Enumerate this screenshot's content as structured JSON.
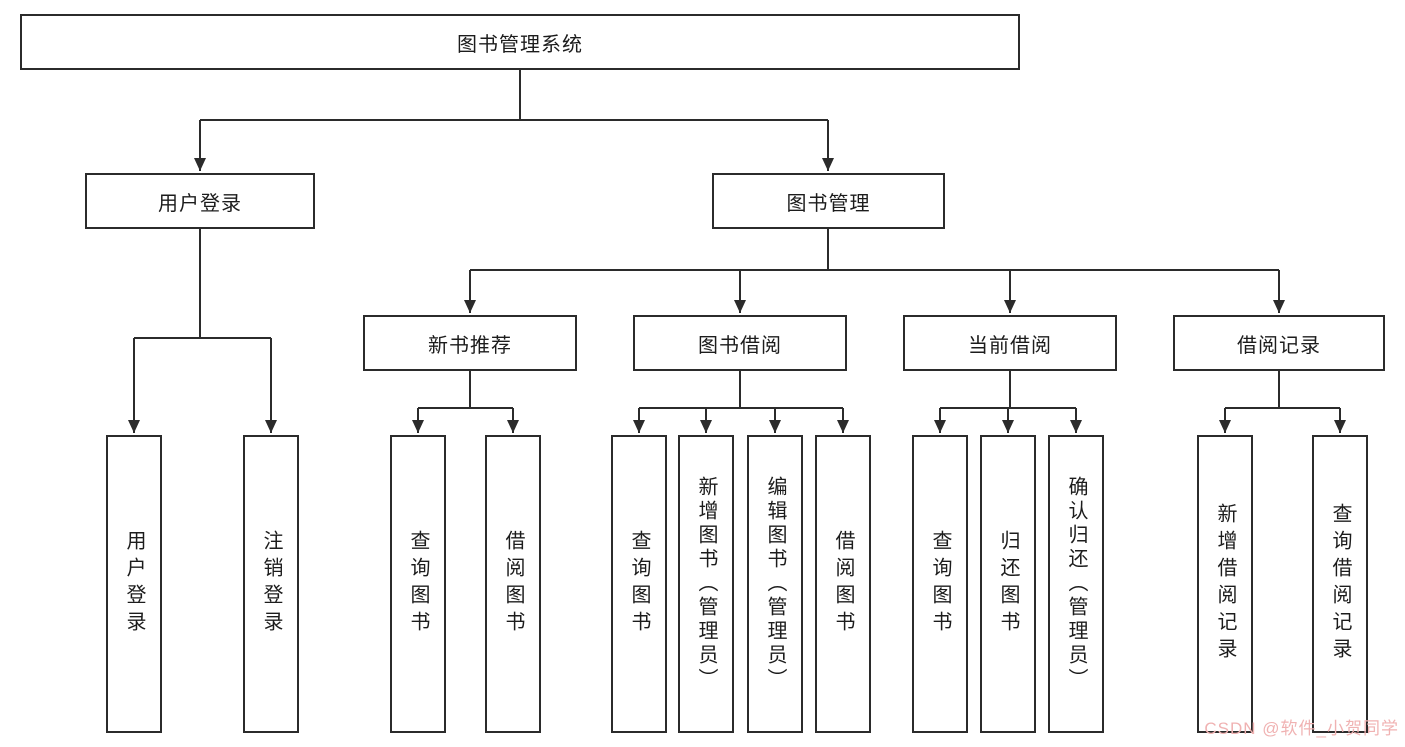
{
  "root": {
    "label": "图书管理系统"
  },
  "user_login": {
    "label": "用户登录",
    "children": [
      {
        "label": "用户登录"
      },
      {
        "label": "注销登录"
      }
    ]
  },
  "book_mgmt": {
    "label": "图书管理",
    "groups": [
      {
        "label": "新书推荐",
        "children": [
          {
            "label": "查询图书"
          },
          {
            "label": "借阅图书"
          }
        ]
      },
      {
        "label": "图书借阅",
        "children": [
          {
            "label": "查询图书"
          },
          {
            "label": "新增图书（管理员）"
          },
          {
            "label": "编辑图书（管理员）"
          },
          {
            "label": "借阅图书"
          }
        ]
      },
      {
        "label": "当前借阅",
        "children": [
          {
            "label": "查询图书"
          },
          {
            "label": "归还图书"
          },
          {
            "label": "确认归还（管理员）"
          }
        ]
      },
      {
        "label": "借阅记录",
        "children": [
          {
            "label": "新增借阅记录"
          },
          {
            "label": "查询借阅记录"
          }
        ]
      }
    ]
  },
  "watermark": "CSDN @软件_小贺同学",
  "colors": {
    "line": "#2b2b2b",
    "border": "#2b2b2b",
    "watermark": "#f0b2b2"
  }
}
